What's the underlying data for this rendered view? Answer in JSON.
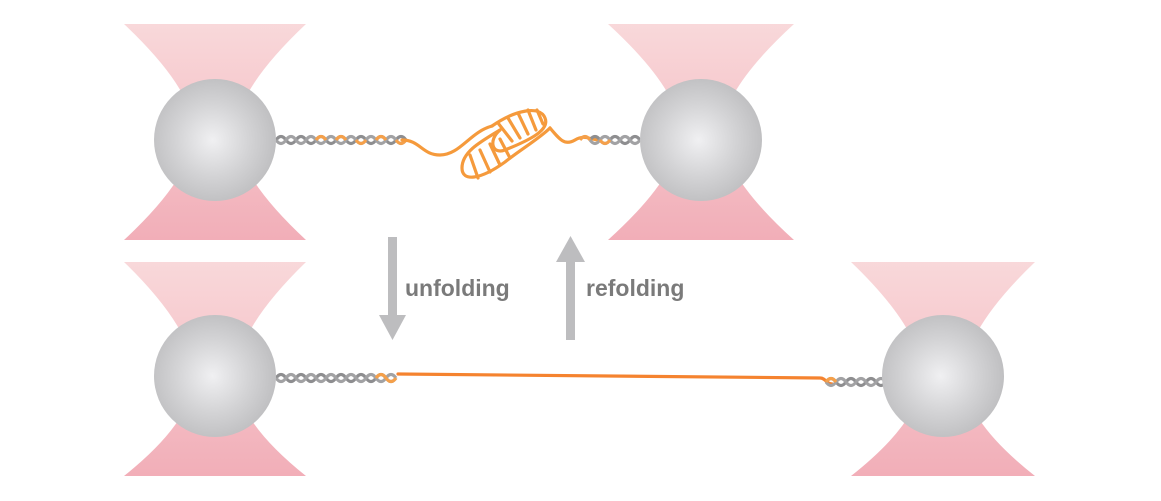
{
  "labels": {
    "unfolding": "unfolding",
    "refolding": "refolding"
  },
  "colors": {
    "laser_beam": "#f7c6c8",
    "laser_focus": "#f2a9b2",
    "bead": "#c9c9cb",
    "bead_highlight": "#eeeef0",
    "dna_handle": "#8e8e90",
    "dna_handle_orange": "#f5a04a",
    "protein": "#f59a3c",
    "protein_stretched": "#f5832f",
    "arrow": "#bdbdbf",
    "label_text": "#7a7a7a"
  },
  "icons": {
    "laser_trap": "hourglass-beam-shape",
    "bead": "sphere",
    "dna_handle": "twisted-double-helix",
    "protein_folded": "hairpin-ribbon",
    "protein_unfolded": "straight-line",
    "arrow_down": "down-arrow",
    "arrow_up": "up-arrow"
  }
}
